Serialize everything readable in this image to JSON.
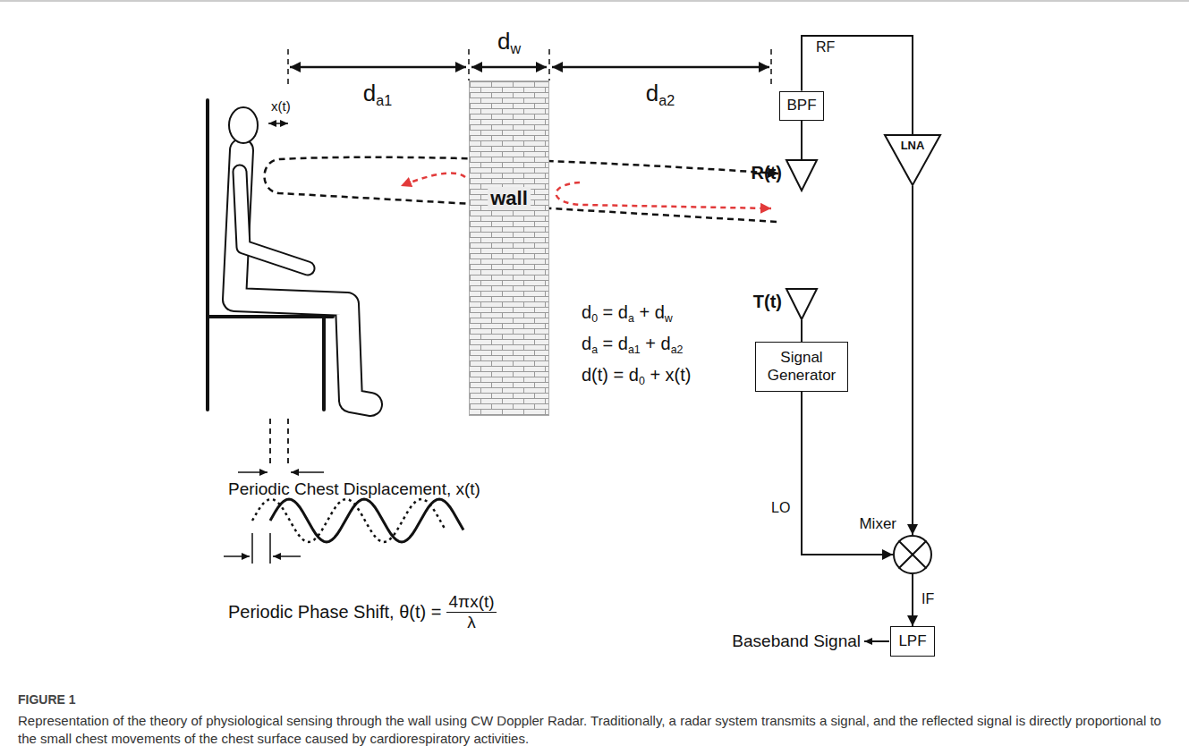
{
  "diagram": {
    "caption": "Representation of the theory of physiological sensing through the wall using CW Doppler Radar. Traditionally, a radar system transmits a signal, and the reflected signal is directly proportional to the small chest movements of the chest surface caused by cardiorespiratory activities.",
    "nodes": [
      {
        "text": [
          "wall"
        ]
      },
      {
        "text": [
          "BPF"
        ]
      },
      {
        "text": [
          "LNA"
        ]
      },
      {
        "text": [
          "R(t)"
        ]
      },
      {
        "text": [
          "T(t)"
        ]
      },
      {
        "text": [
          "Signal Generator"
        ]
      },
      {
        "text": [
          "Mixer"
        ]
      },
      {
        "text": [
          "LPF"
        ]
      }
    ],
    "edges": [
      {
        "from": 3,
        "to": 1,
        "arrow": "none"
      },
      {
        "from": 1,
        "to": 2,
        "label": "RF",
        "arrow": "none"
      },
      {
        "from": 2,
        "to": 6,
        "arrow": "to"
      },
      {
        "from": 4,
        "to": 5,
        "arrow": "none"
      },
      {
        "from": 5,
        "to": 6,
        "label": "LO",
        "arrow": "to"
      },
      {
        "from": 6,
        "to": 7,
        "label": "IF",
        "arrow": "to"
      }
    ],
    "labels": [
      "da1",
      "dw",
      "da2",
      "x(t)",
      "Periodic Chest Displacement, x(t)",
      "Periodic Phase Shift, θ(t) =",
      "4πx(t)",
      "λ",
      "d0 = da + dw",
      "da = da1 + da2",
      "d(t) = d0 + x(t)",
      "Baseband Signal",
      "FIGURE 1"
    ]
  }
}
